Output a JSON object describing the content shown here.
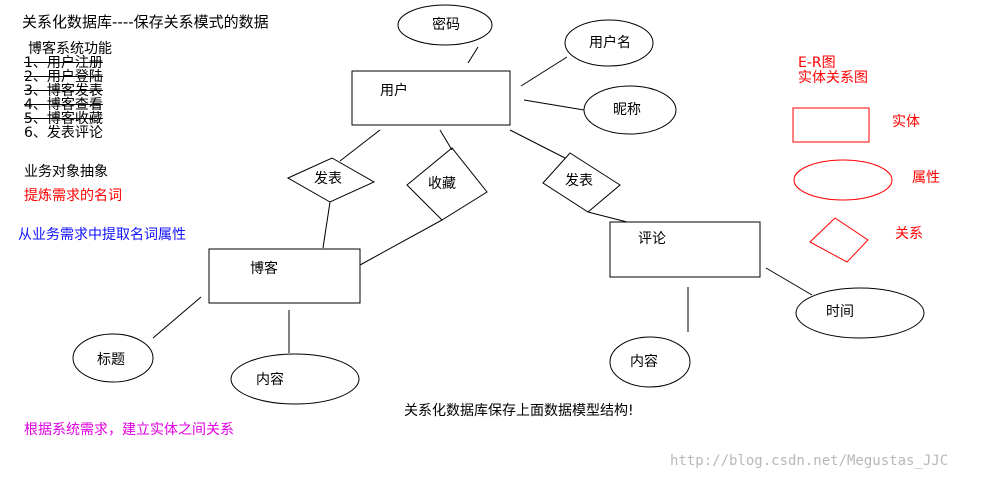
{
  "page": {
    "title": "关系化数据库----保存关系模式的数据",
    "features_heading": "博客系统功能",
    "features": [
      "1、用户注册",
      "2、用户登陆",
      "3、博客发表",
      "4、博客查看",
      "5、博客收藏",
      "6、发表评论"
    ],
    "step1": "业务对象抽象",
    "step1_note": "提炼需求的名词",
    "step2": "从业务需求中提取名词属性",
    "step3": "根据系统需求，建立实体之间关系",
    "footer_note": "关系化数据库保存上面数据模型结构!",
    "watermark": "http://blog.csdn.net/Megustas_JJC"
  },
  "entities": {
    "user": "用户",
    "blog": "博客",
    "comment": "评论"
  },
  "attributes": {
    "password": "密码",
    "username": "用户名",
    "nickname": "昵称",
    "title": "标题",
    "blog_content": "内容",
    "comment_content": "内容",
    "time": "时间"
  },
  "relationships": {
    "publish_blog": "发表",
    "favorite": "收藏",
    "publish_comment": "发表"
  },
  "legend": {
    "title_line1": "E-R图",
    "title_line2": "实体关系图",
    "entity": "实体",
    "attribute": "属性",
    "relationship": "关系",
    "color": "#ff0000"
  }
}
